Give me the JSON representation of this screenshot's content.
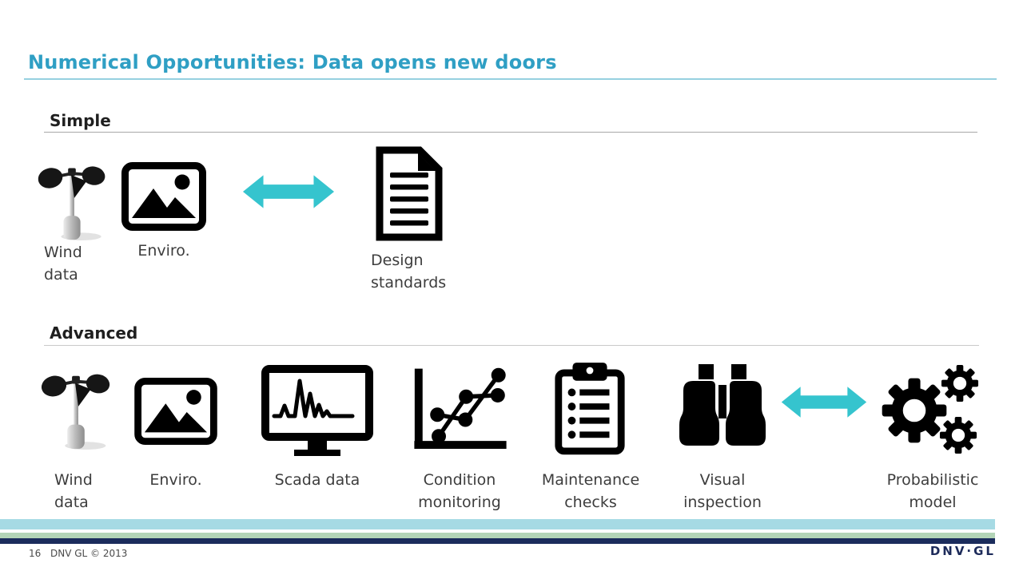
{
  "title": "Numerical Opportunities: Data opens new doors",
  "simple": {
    "heading": "Simple",
    "items": [
      {
        "label": "Wind data",
        "icon": "anemometer-icon"
      },
      {
        "label": "Enviro.",
        "icon": "environment-picture-icon"
      },
      {
        "label": "Design standards",
        "icon": "document-icon"
      }
    ],
    "connector": {
      "icon": "double-arrow-icon"
    }
  },
  "advanced": {
    "heading": "Advanced",
    "items": [
      {
        "label": "Wind data",
        "icon": "anemometer-icon"
      },
      {
        "label": "Enviro.",
        "icon": "environment-picture-icon"
      },
      {
        "label": "Scada data",
        "icon": "monitor-waveform-icon"
      },
      {
        "label": "Condition monitoring",
        "icon": "scatter-chart-icon"
      },
      {
        "label": "Maintenance checks",
        "icon": "clipboard-checklist-icon"
      },
      {
        "label": "Visual inspection",
        "icon": "binoculars-icon"
      },
      {
        "label": "Probabilistic model",
        "icon": "gears-icon"
      }
    ],
    "connector": {
      "icon": "double-arrow-icon"
    }
  },
  "footer": {
    "page_number": "16",
    "copyright": "DNV GL © 2013",
    "logo": "DNV·GL"
  },
  "colors": {
    "title_teal": "#2F9FC4",
    "title_underline": "#96D1E0",
    "arrow_cyan": "#35C4CE",
    "stripe_light_blue": "#A6DAE4",
    "stripe_pale_green": "#B3D4B7",
    "stripe_navy": "#1B2C5C",
    "label_gray": "#3D3D3D"
  }
}
